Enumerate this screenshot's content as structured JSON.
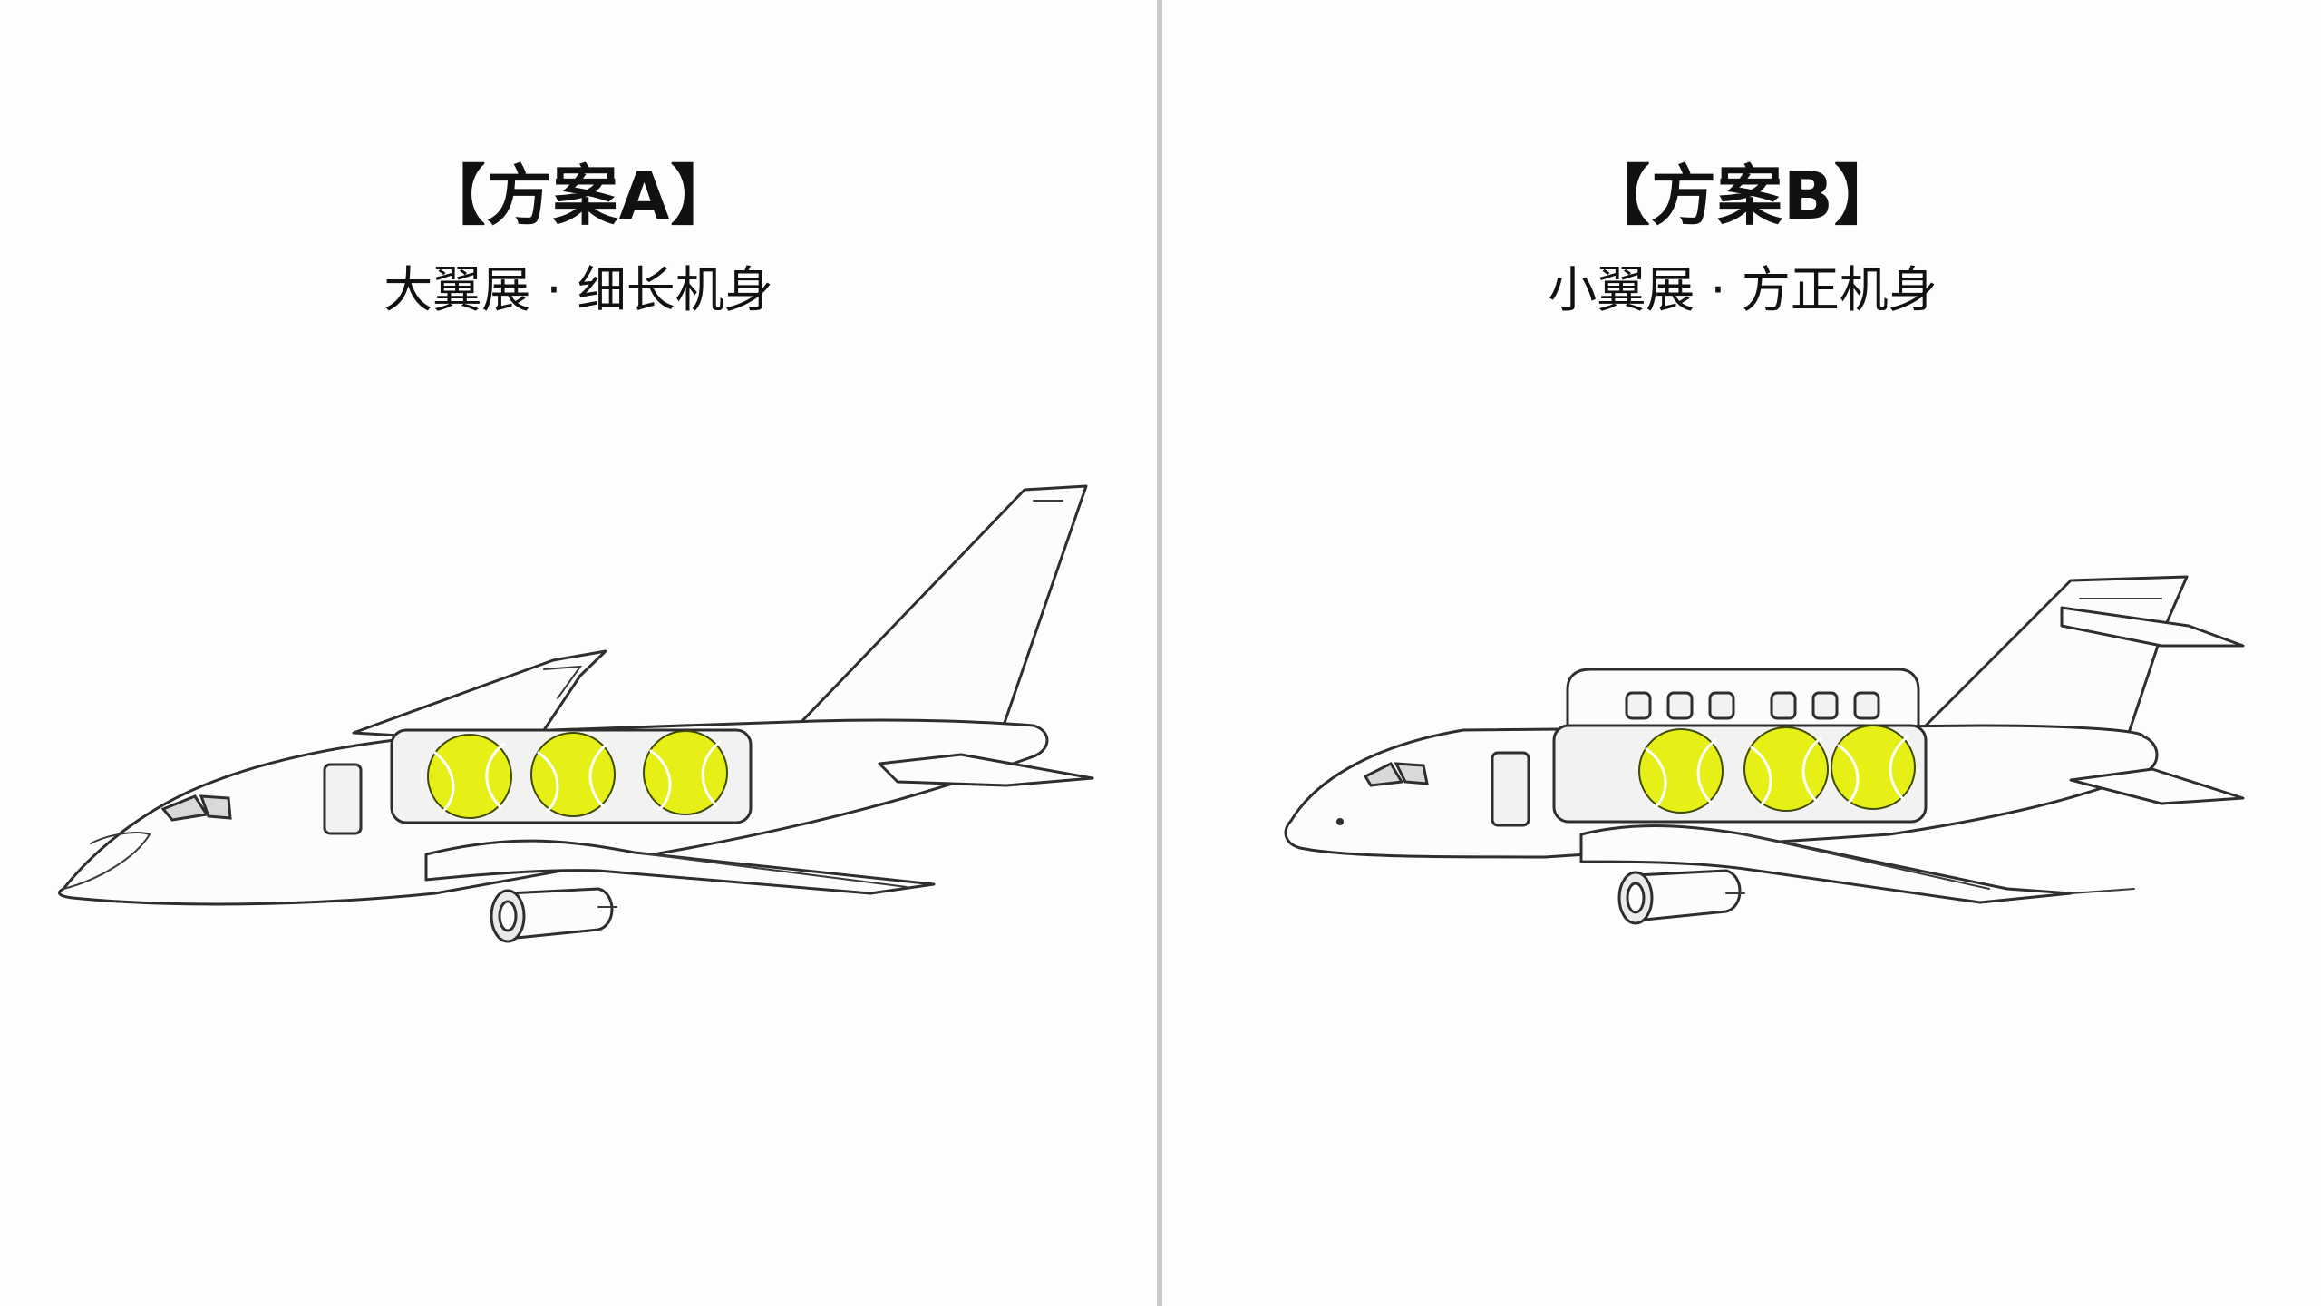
{
  "plan_a": {
    "title": "【方案A】",
    "subtitle": "大翼展 · 细长机身",
    "cargo_count": 3
  },
  "plan_b": {
    "title": "【方案B】",
    "subtitle": "小翼展 · 方正机身",
    "cargo_count": 3
  },
  "colors": {
    "tennis_ball": "#e6f016",
    "divider": "#c9c9c9",
    "outline": "#2e2e2e"
  },
  "icons": [
    "tennis-ball-icon"
  ]
}
